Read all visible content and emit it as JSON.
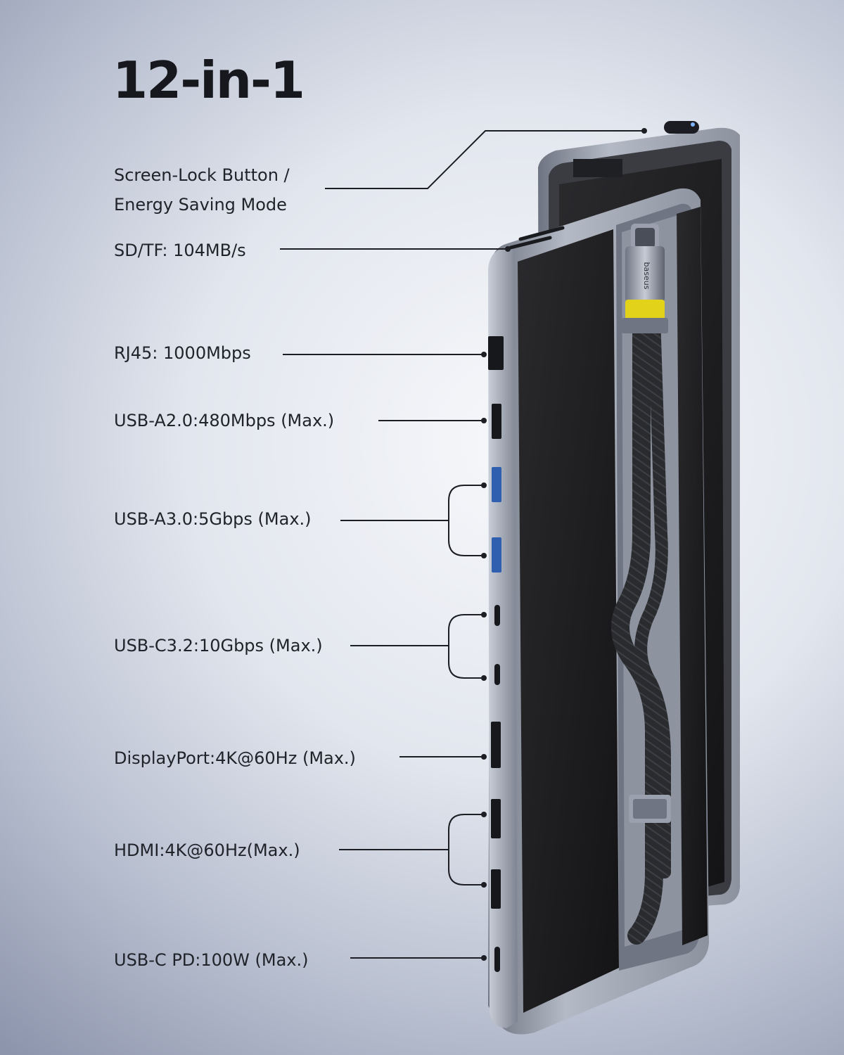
{
  "headline": "12-in-1",
  "specs": [
    {
      "lines": [
        "Screen-Lock Button /",
        "Energy Saving Mode"
      ]
    },
    {
      "lines": [
        "SD/TF: 104MB/s"
      ]
    },
    {
      "lines": [
        "RJ45: 1000Mbps"
      ]
    },
    {
      "lines": [
        "USB-A2.0:480Mbps (Max.)"
      ]
    },
    {
      "lines": [
        "USB-A3.0:5Gbps (Max.)"
      ]
    },
    {
      "lines": [
        "USB-C3.2:10Gbps (Max.)"
      ]
    },
    {
      "lines": [
        "DisplayPort:4K@60Hz (Max.)"
      ]
    },
    {
      "lines": [
        "HDMI:4K@60Hz(Max.)"
      ]
    },
    {
      "lines": [
        "USB-C PD:100W (Max.)"
      ]
    }
  ],
  "device": {
    "brand": "baseus",
    "colors": {
      "shell": "#9aa0ad",
      "pad": "#1c1c1e",
      "cable": "#2a2b2e",
      "connector_accent": "#e3d21a",
      "port_blue": "#2f5fae"
    }
  }
}
